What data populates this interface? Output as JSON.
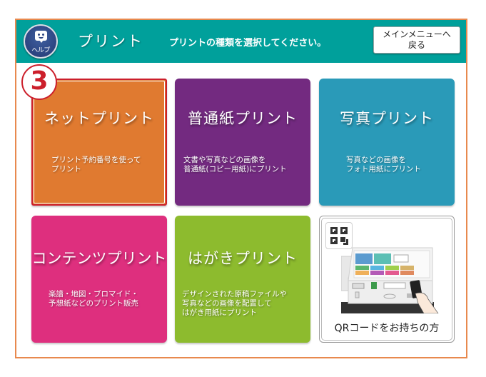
{
  "header": {
    "help_label": "ヘルプ",
    "title": "プリント",
    "instruction": "プリントの種類を選択してください。",
    "main_menu_button": {
      "line1": "メインメニューへ",
      "line2": "戻る"
    }
  },
  "step_badge": "3",
  "tiles": [
    {
      "id": "net-print",
      "title": "ネットプリント",
      "description": "プリント予約番号を使って\nプリント",
      "color": "#e07a30",
      "selected": true
    },
    {
      "id": "plain-paper-print",
      "title": "普通紙プリント",
      "description": "文書や写真などの画像を\n普通紙(コピー用紙)にプリント",
      "color": "#732a80"
    },
    {
      "id": "photo-print",
      "title": "写真プリント",
      "description": "写真などの画像を\nフォト用紙にプリント",
      "color": "#2a9ab8"
    },
    {
      "id": "contents-print",
      "title": "コンテンツプリント",
      "description": "楽譜・地図・ブロマイド・\n予想紙などのプリント販売",
      "color": "#de2f7e"
    },
    {
      "id": "hagaki-print",
      "title": "はがきプリント",
      "description": "デザインされた原稿ファイルや\n写真などの画像を配置して\nはがき用紙にプリント",
      "color": "#8dbb2e"
    },
    {
      "id": "qr-code",
      "title": "QRコードをお持ちの方",
      "icon": "qr-code-icon"
    }
  ],
  "colors": {
    "header": "#00a09b",
    "frame_border": "#e8894e",
    "highlight": "#cc1f2b"
  }
}
